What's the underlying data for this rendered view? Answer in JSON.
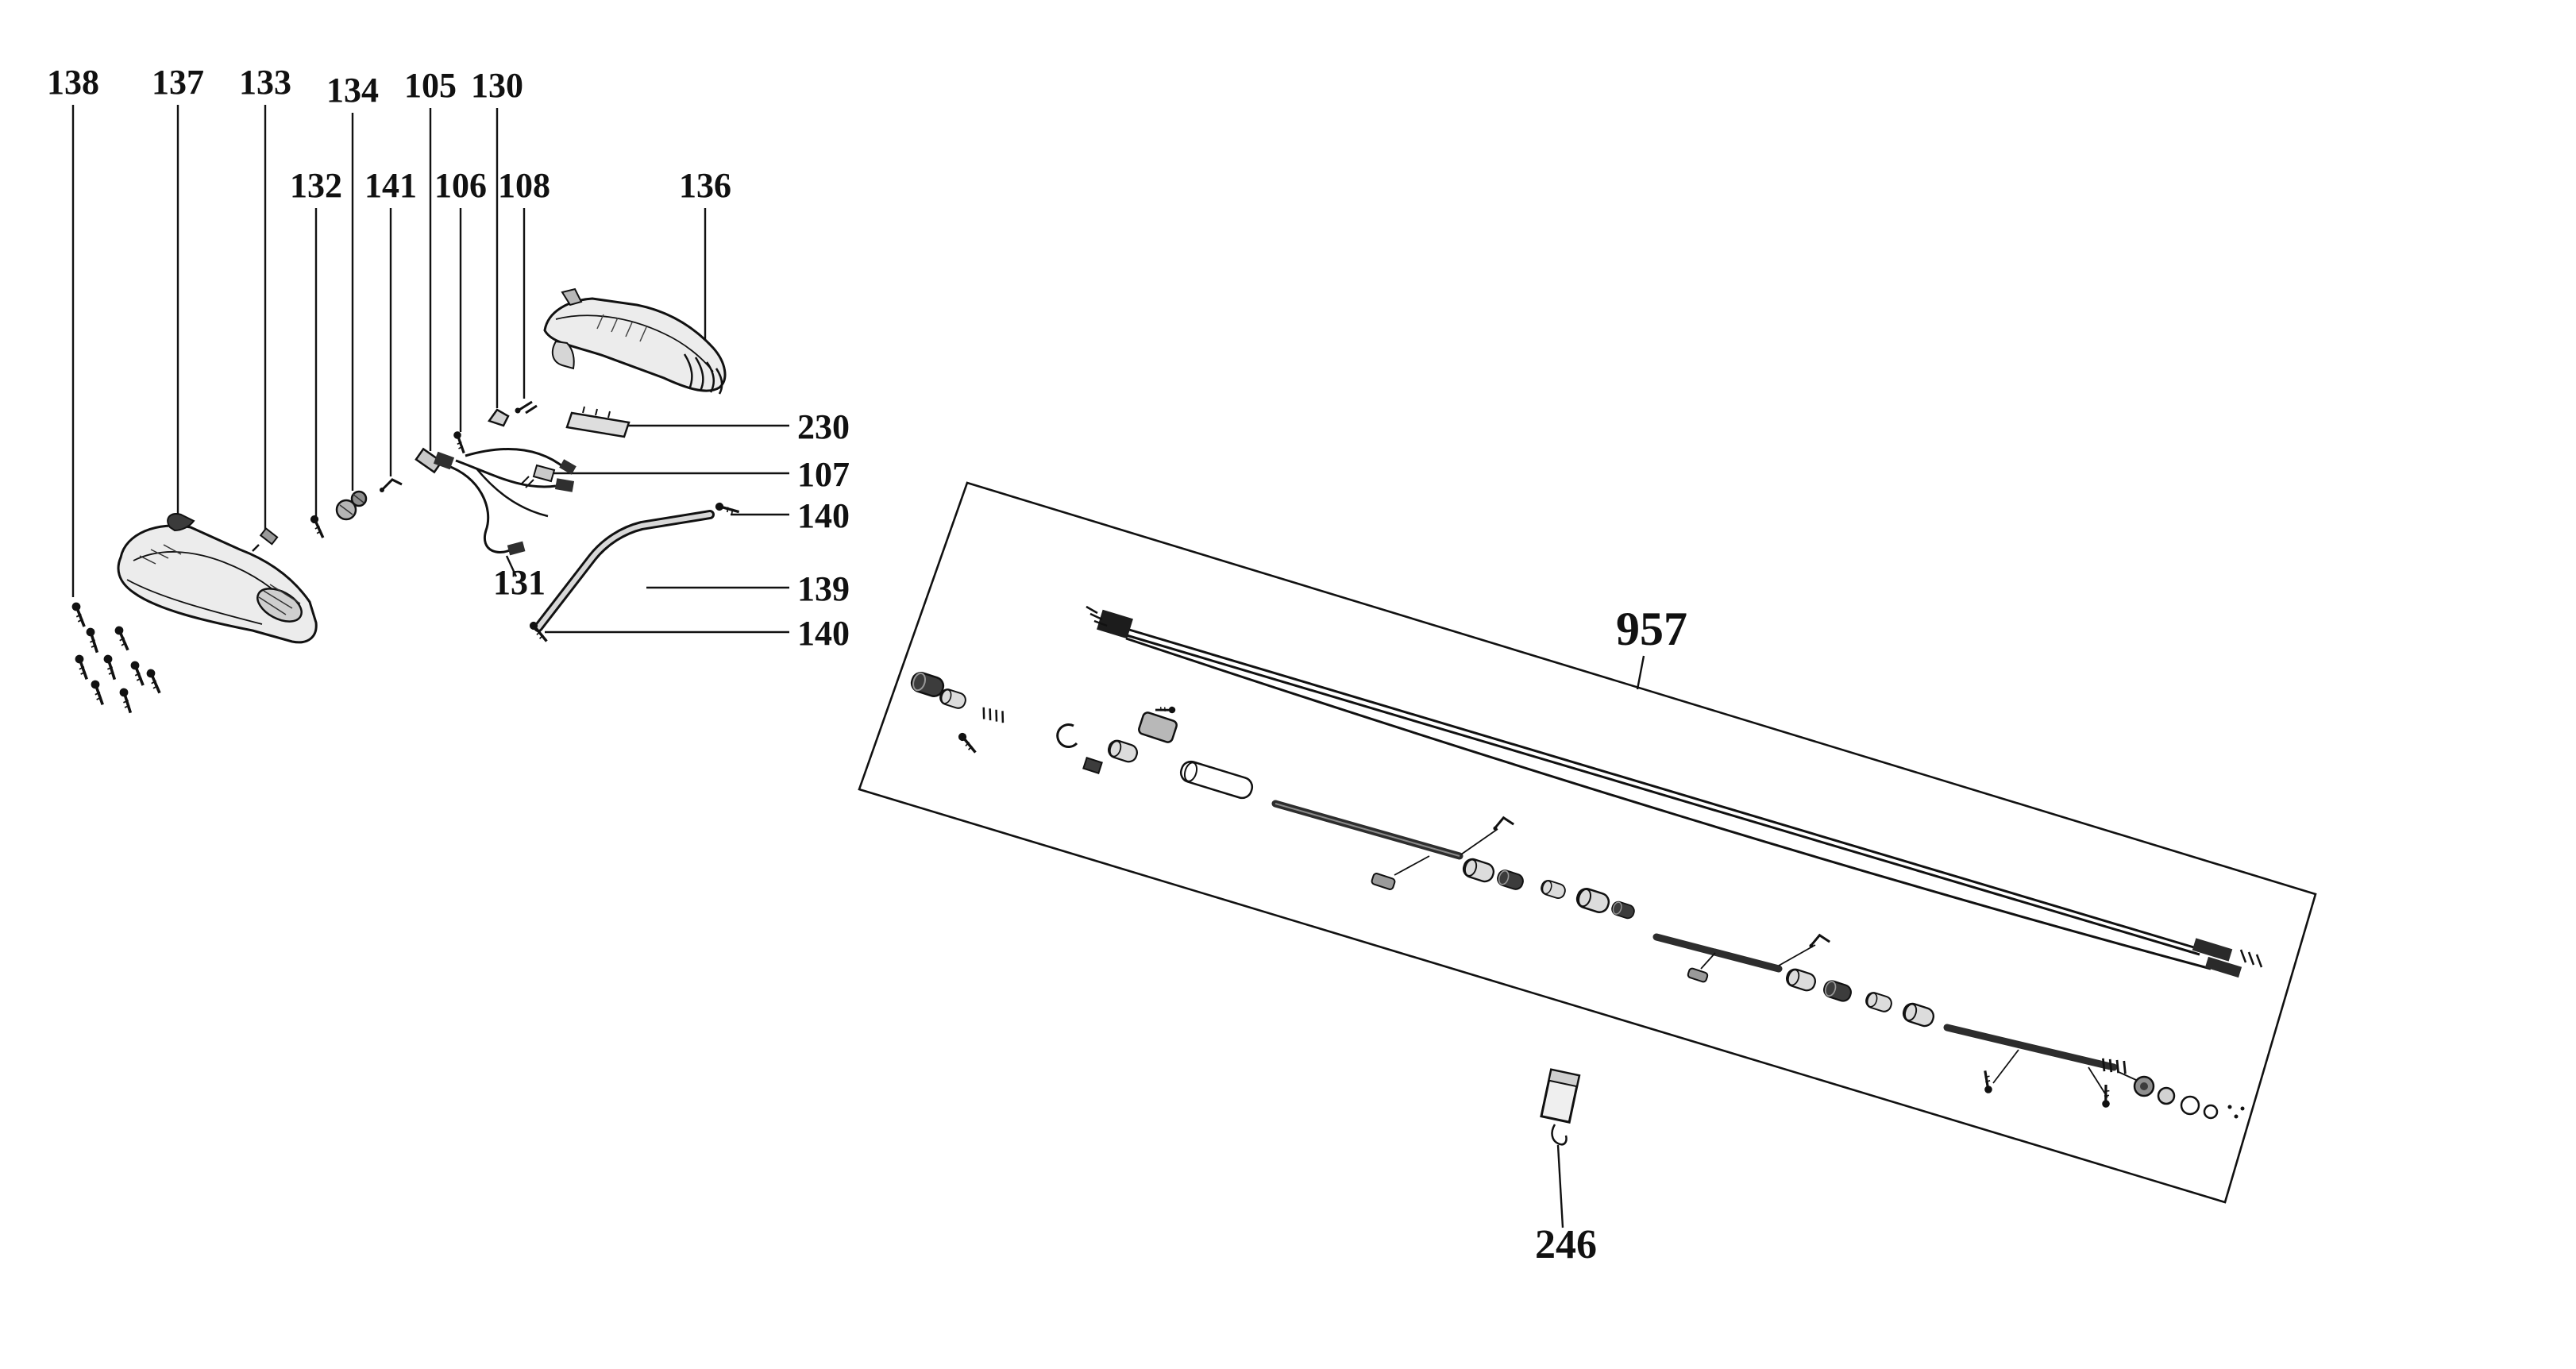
{
  "colors": {
    "background": "#ffffff",
    "ink": "#111111"
  },
  "callouts": {
    "c105": {
      "text": "105"
    },
    "c106": {
      "text": "106"
    },
    "c107": {
      "text": "107"
    },
    "c108": {
      "text": "108"
    },
    "c130": {
      "text": "130"
    },
    "c131": {
      "text": "131"
    },
    "c132": {
      "text": "132"
    },
    "c133": {
      "text": "133"
    },
    "c134": {
      "text": "134"
    },
    "c136": {
      "text": "136"
    },
    "c137": {
      "text": "137"
    },
    "c138": {
      "text": "138"
    },
    "c139": {
      "text": "139"
    },
    "c140a": {
      "text": "140"
    },
    "c140b": {
      "text": "140"
    },
    "c141": {
      "text": "141"
    },
    "c230": {
      "text": "230"
    },
    "c246": {
      "text": "246"
    },
    "c957": {
      "text": "957"
    }
  }
}
